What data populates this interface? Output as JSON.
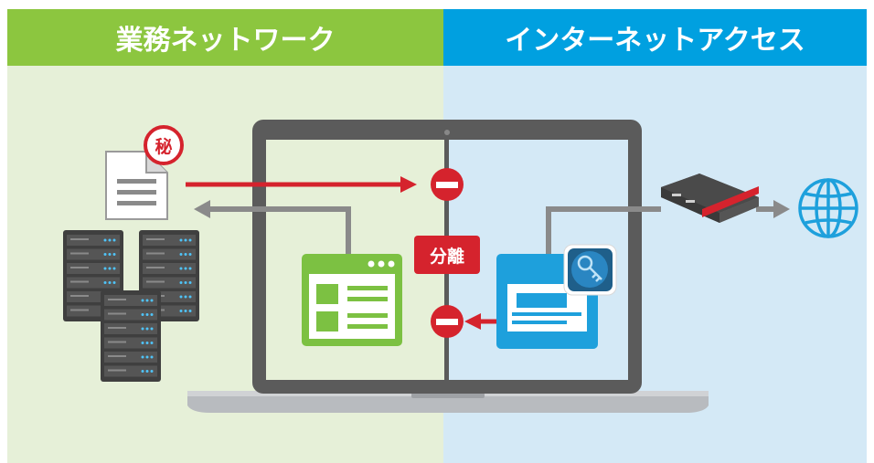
{
  "zones": {
    "business": {
      "title": "業務ネットワーク",
      "band_color": "#8cc63f",
      "bg_color": "#e6f0d8"
    },
    "internet": {
      "title": "インターネットアクセス",
      "band_color": "#00a0e0",
      "bg_color": "#d4e9f6"
    }
  },
  "separator_label": "分離",
  "document_badge": "秘",
  "colors": {
    "blocked_red": "#d5232d",
    "link_gray": "#8a8a8a",
    "laptop_dark": "#5b5b5b",
    "app_green": "#7cc142",
    "app_blue": "#1ea0dc"
  },
  "icons": [
    "document-icon",
    "server-rack-icon",
    "business-app-window-icon",
    "internet-browser-window-icon",
    "key-badge-icon",
    "router-device-icon",
    "globe-icon",
    "block-icon"
  ]
}
